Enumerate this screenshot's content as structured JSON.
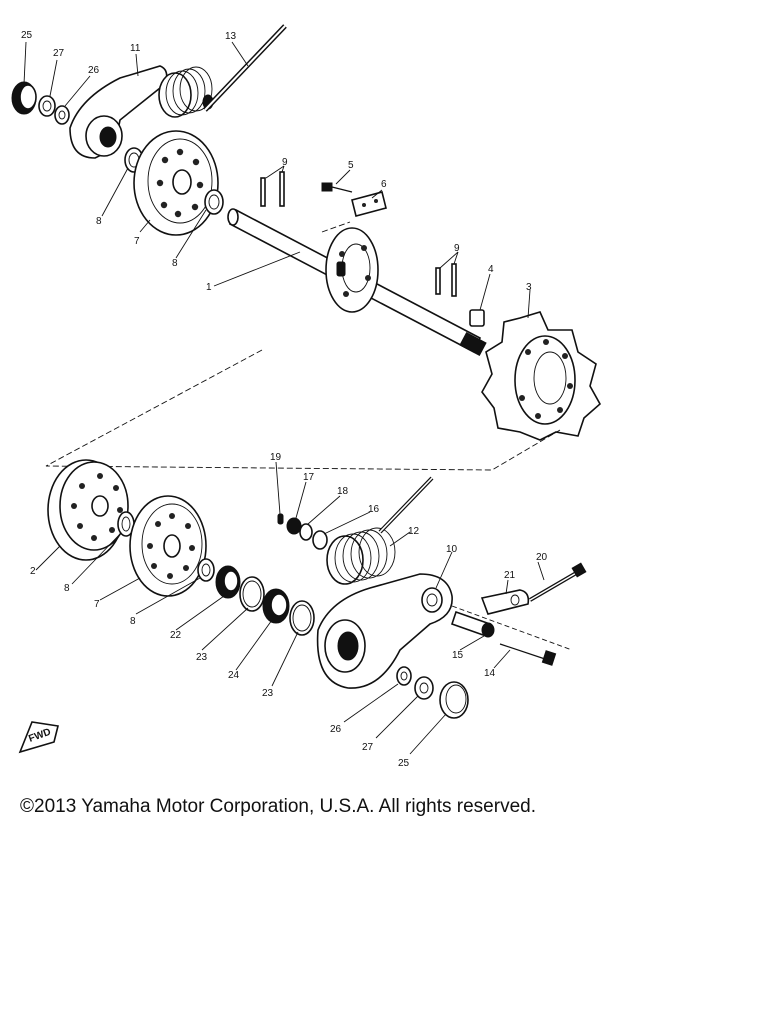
{
  "callouts": [
    "25",
    "27",
    "26",
    "11",
    "13",
    "9",
    "5",
    "6",
    "8",
    "7",
    "8",
    "1",
    "9",
    "4",
    "3",
    "19",
    "17",
    "18",
    "16",
    "12",
    "10",
    "20",
    "21",
    "2",
    "8",
    "7",
    "8",
    "22",
    "23",
    "24",
    "23",
    "15",
    "14",
    "26",
    "27",
    "25"
  ],
  "fwd_label": "FWD",
  "copyright": "©2013 Yamaha Motor Corporation, U.S.A. All rights reserved."
}
